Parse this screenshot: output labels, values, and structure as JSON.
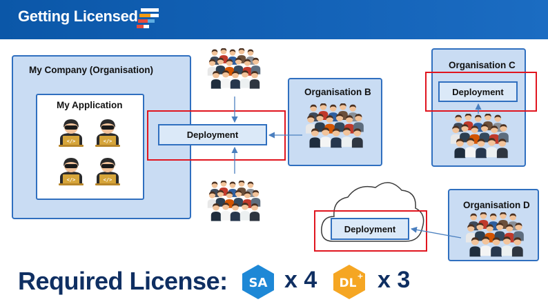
{
  "header": {
    "title": "Getting Licensed"
  },
  "organisations": {
    "my_company": "My Company (Organisation)",
    "my_application": "My Application",
    "b": "Organisation B",
    "c": "Organisation C",
    "d": "Organisation D"
  },
  "deployments": {
    "main": "Deployment",
    "c": "Deployment",
    "d": "Deployment"
  },
  "license": {
    "label": "Required License:",
    "sa_badge": "SA",
    "sa_count": "x 4",
    "dl_badge": "DL",
    "dl_sup": "+",
    "dl_count": "x 3"
  },
  "colors": {
    "header_blue": "#0b57a8",
    "box_fill": "#c9dcf3",
    "box_border": "#2f6fbf",
    "highlight_red": "#e0141e",
    "sa_badge": "#1e88d6",
    "dl_badge": "#f5a623",
    "license_text": "#0f2f62"
  },
  "icons": [
    "logo-icon",
    "developer-icon",
    "people-group-icon",
    "cloud-icon",
    "sa-license-badge",
    "dl-license-badge"
  ]
}
